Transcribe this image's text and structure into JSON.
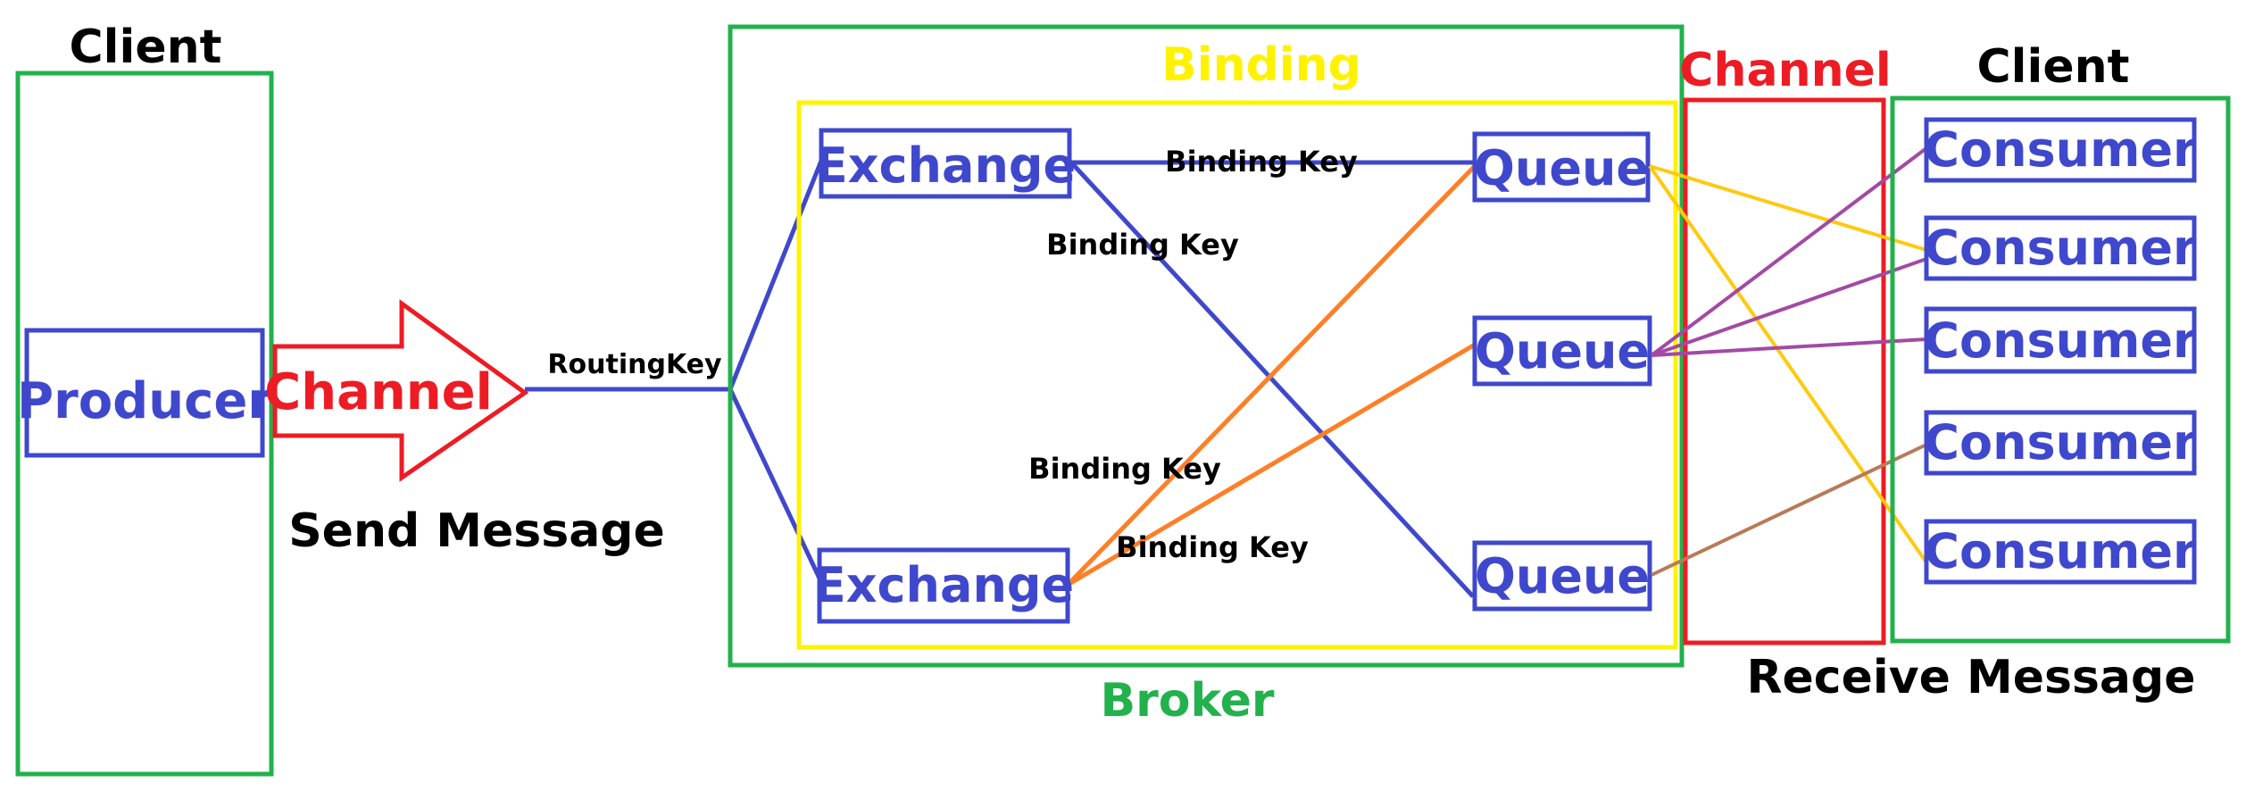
{
  "colors": {
    "client_border": "#22b14c",
    "broker_border": "#22b14c",
    "binding_border": "#fff200",
    "channel_red": "#ed1c24",
    "node_blue": "#3f48cc",
    "binding_line": "#3f48cc",
    "orange_line": "#ff7f27",
    "yellow_line": "#ffc90e",
    "purple_line": "#a349a4",
    "brown_line": "#b97a57",
    "label_black": "#000000"
  },
  "client_left": {
    "title": "Client",
    "producer_label": "Producer"
  },
  "send_channel": {
    "label": "Channel",
    "caption": "Send Message",
    "routing_key": "RoutingKey"
  },
  "broker": {
    "title": "Broker",
    "binding_title": "Binding",
    "exchanges": [
      "Exchange",
      "Exchange"
    ],
    "queues": [
      "Queue",
      "Queue",
      "Queue"
    ],
    "binding_keys": [
      "Binding Key",
      "Binding Key",
      "Binding Key",
      "Binding Key"
    ]
  },
  "receive_channel": {
    "label": "Channel",
    "caption": "Receive Message"
  },
  "client_right": {
    "title": "Client",
    "consumers": [
      "Consumer",
      "Consumer",
      "Consumer",
      "Consumer",
      "Consumer"
    ]
  }
}
